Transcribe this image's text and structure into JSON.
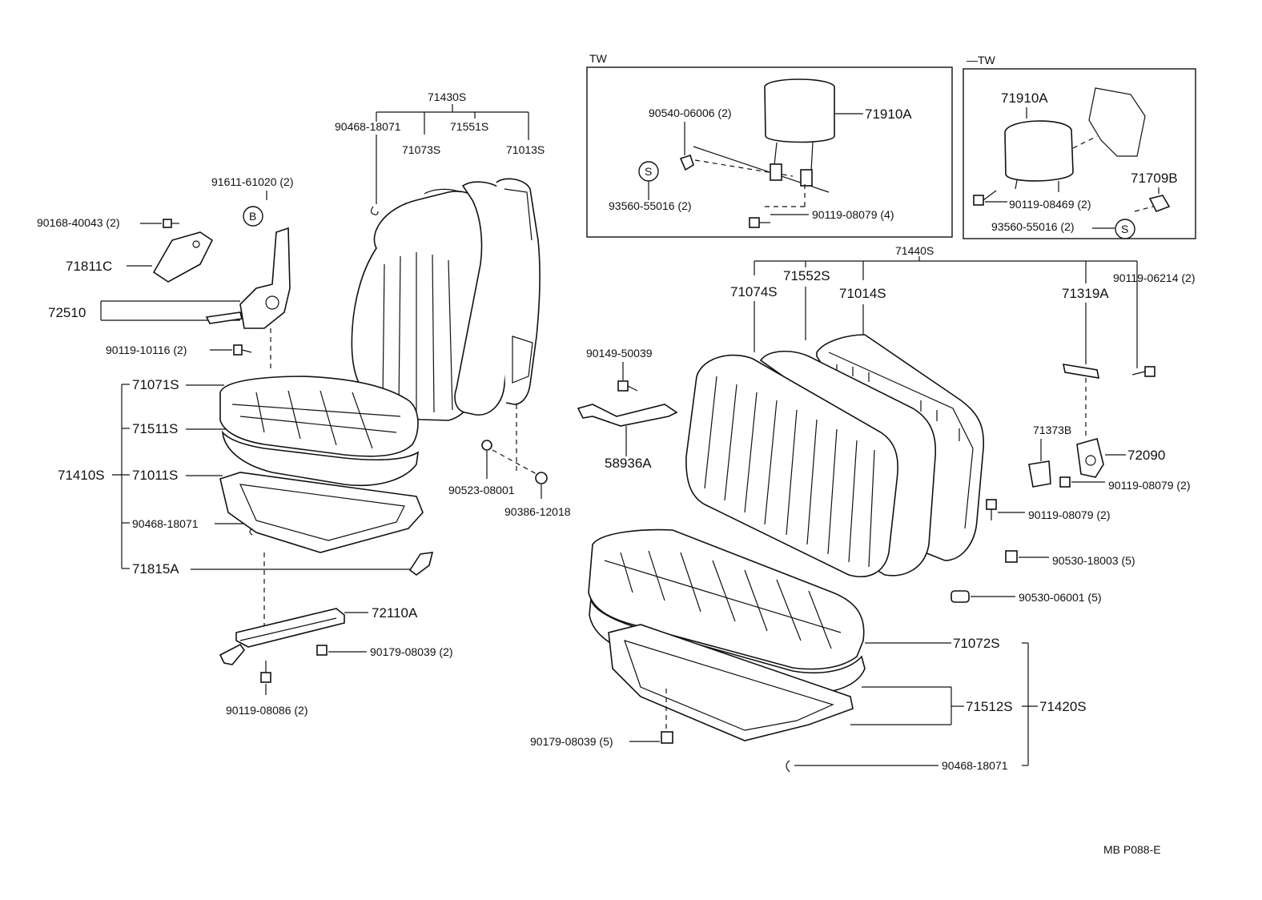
{
  "diagram": {
    "code": "MB  P088-E",
    "inset_tw_label": "TW",
    "inset_ntw_label": "—TW",
    "labels": {
      "p71430S": "71430S",
      "p90468_18071_a": "90468-18071",
      "p71551S": "71551S",
      "p71073S": "71073S",
      "p71013S": "71013S",
      "p91611_61020": "91611-61020 (2)",
      "pB": "B",
      "p90168_40043": "90168-40043 (2)",
      "p71811C": "71811C",
      "p72510": "72510",
      "p90119_10116": "90119-10116 (2)",
      "p71071S": "71071S",
      "p71511S": "71511S",
      "p71410S": "71410S",
      "p71011S": "71011S",
      "p90468_18071_b": "90468-18071",
      "p71815A": "71815A",
      "p72110A": "72110A",
      "p90179_08039_2": "90179-08039 (2)",
      "p90119_08086": "90119-08086 (2)",
      "p90523_08001": "90523-08001",
      "p90386_12018": "90386-12018",
      "p90149_50039": "90149-50039",
      "p58936A": "58936A",
      "p90540_06006": "90540-06006 (2)",
      "p71910A_tw": "71910A",
      "pS1": "S",
      "p93560_55016_a": "93560-55016 (2)",
      "p90119_08079_4": "90119-08079 (4)",
      "p71910A_ntw": "71910A",
      "p71709B": "71709B",
      "p90119_08469": "90119-08469 (2)",
      "p93560_55016_b": "93560-55016 (2)",
      "pS2": "S",
      "p71440S": "71440S",
      "p71074S": "71074S",
      "p71552S": "71552S",
      "p71014S": "71014S",
      "p90119_06214": "90119-06214 (2)",
      "p71319A": "71319A",
      "p71373B": "71373B",
      "p72090": "72090",
      "p90119_08079_2a": "90119-08079 (2)",
      "p90119_08079_2b": "90119-08079 (2)",
      "p90530_18003": "90530-18003 (5)",
      "p90530_06001": "90530-06001 (5)",
      "p71072S": "71072S",
      "p71512S": "71512S",
      "p71420S": "71420S",
      "p90179_08039_5": "90179-08039 (5)",
      "p90468_18071_c": "90468-18071"
    }
  }
}
